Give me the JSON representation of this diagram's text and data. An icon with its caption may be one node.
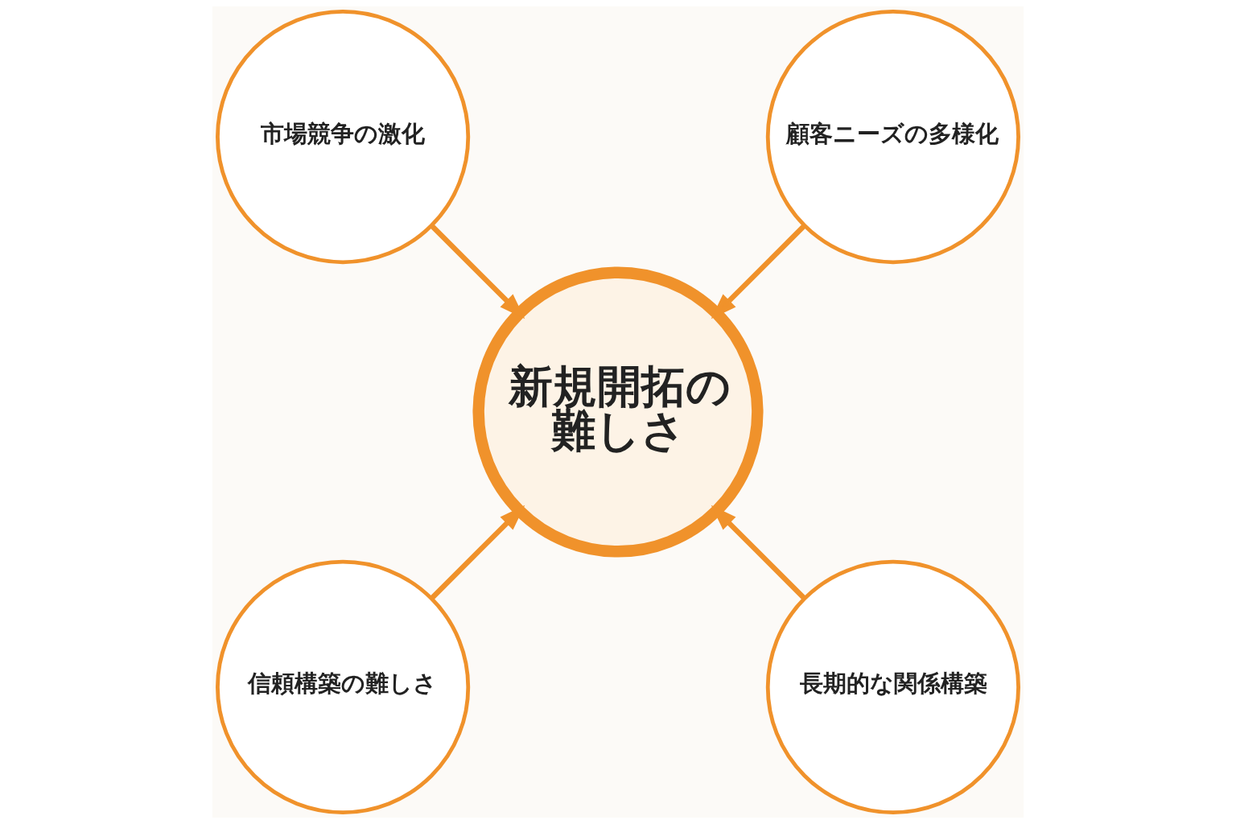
{
  "diagram": {
    "nodes": [
      {
        "text": [
          "市場競争の激化"
        ]
      },
      {
        "text": [
          "顧客ニーズの多様化"
        ]
      },
      {
        "text": [
          "新規開拓の難しさ"
        ]
      },
      {
        "text": [
          "信頼構築の難しさ"
        ]
      },
      {
        "text": [
          "長期的な関係構築"
        ]
      }
    ],
    "edges": [
      {
        "from": 0,
        "to": 2,
        "arrow": "to"
      },
      {
        "from": 1,
        "to": 2,
        "arrow": "to"
      },
      {
        "from": 3,
        "to": 2,
        "arrow": "to"
      },
      {
        "from": 4,
        "to": 2,
        "arrow": "to"
      }
    ]
  }
}
